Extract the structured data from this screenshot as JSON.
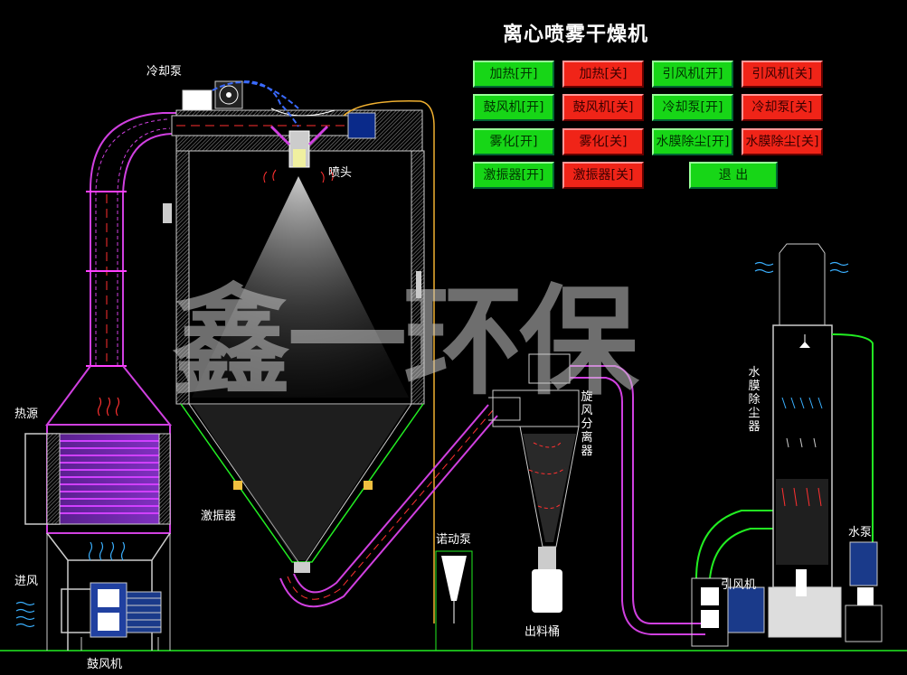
{
  "title": "离心喷雾干燥机",
  "buttons": [
    {
      "label": "加热[开]",
      "state": "on"
    },
    {
      "label": "加热[关]",
      "state": "off"
    },
    {
      "label": "引风机[开]",
      "state": "on"
    },
    {
      "label": "引风机[关]",
      "state": "off"
    },
    {
      "label": "鼓风机[开]",
      "state": "on"
    },
    {
      "label": "鼓风机[关]",
      "state": "off"
    },
    {
      "label": "冷却泵[开]",
      "state": "on"
    },
    {
      "label": "冷却泵[关]",
      "state": "off"
    },
    {
      "label": "雾化[开]",
      "state": "on"
    },
    {
      "label": "雾化[关]",
      "state": "off"
    },
    {
      "label": "水膜除尘[开]",
      "state": "on"
    },
    {
      "label": "水膜除尘[关]",
      "state": "off"
    },
    {
      "label": "激振器[开]",
      "state": "on"
    },
    {
      "label": "激振器[关]",
      "state": "off"
    },
    {
      "label": "退 出",
      "state": "on"
    }
  ],
  "labels": {
    "cooling_pump": "冷却泵",
    "nozzle": "喷头",
    "heat_source": "热源",
    "air_inlet": "进风",
    "blower": "鼓风机",
    "vibrator": "激振器",
    "peristaltic_pump": "诺动泵",
    "cyclone": "旋风分离器",
    "discharge_bucket": "出料桶",
    "induced_fan": "引风机",
    "water_film_dust": "水膜除尘器",
    "water_pump": "水泵"
  },
  "watermark": "鑫一环保",
  "colors": {
    "on": "#17d617",
    "off": "#f02418",
    "pipe": "#d040e0",
    "wall": "#ffffff",
    "line": "#22ee22"
  }
}
